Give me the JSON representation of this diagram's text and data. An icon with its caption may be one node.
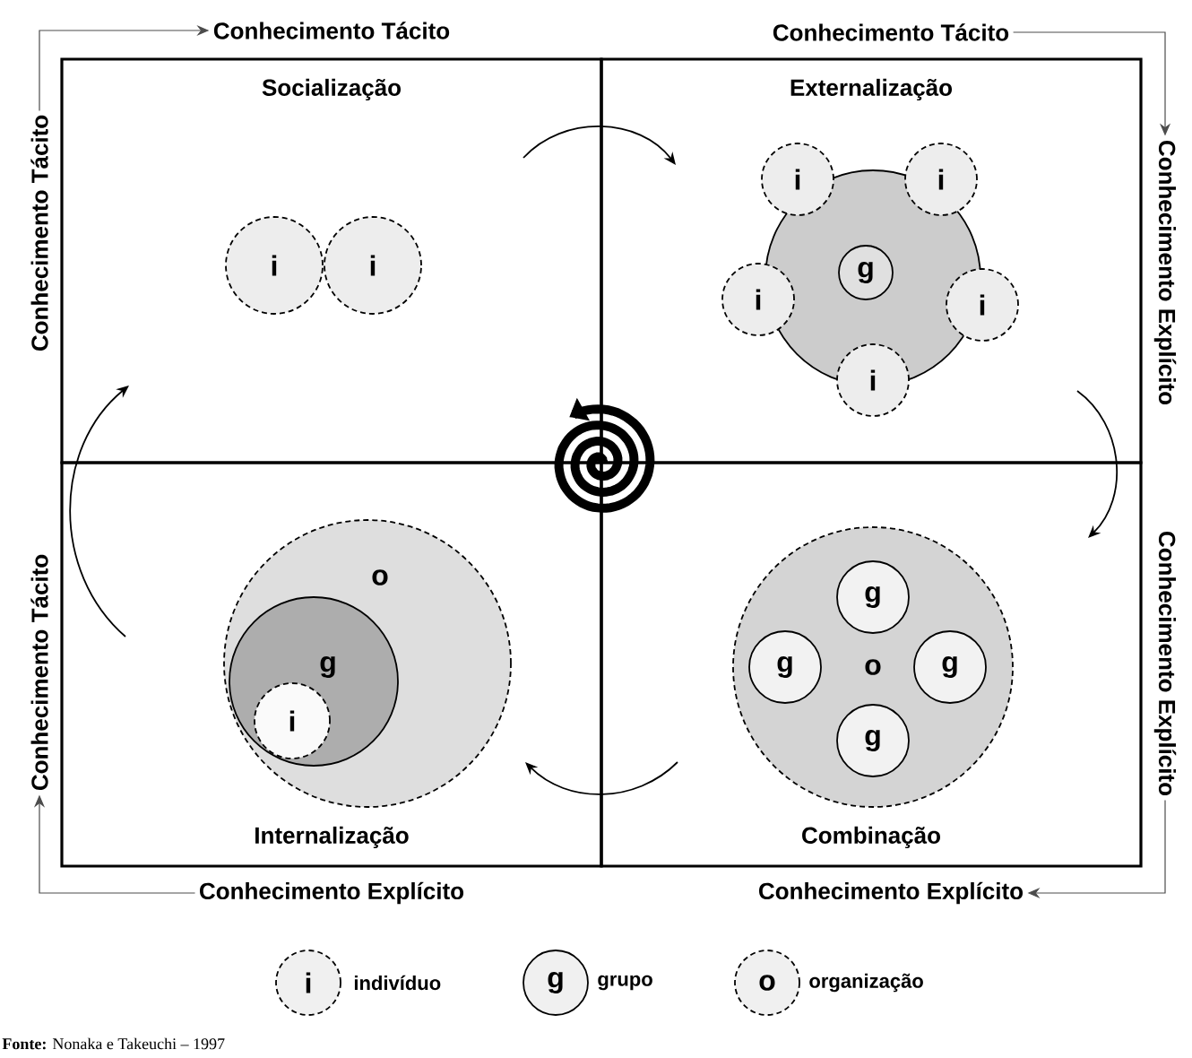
{
  "diagram": {
    "caption": "**Fonte:** Nonaka e Takeuchi – 1997",
    "nodes": [
      {
        "text": [
          "Socialização"
        ]
      },
      {
        "text": [
          "i"
        ],
        "in": 0
      },
      {
        "text": [
          "i"
        ],
        "in": 0
      },
      {
        "text": [
          "Externalização"
        ]
      },
      {
        "text": [],
        "shape": "circle",
        "in": 3
      },
      {
        "text": [
          "g"
        ],
        "in": 4
      },
      {
        "text": [
          "i"
        ],
        "in": 3
      },
      {
        "text": [
          "i"
        ],
        "in": 3
      },
      {
        "text": [
          "i"
        ],
        "in": 3
      },
      {
        "text": [
          "i"
        ],
        "in": 3
      },
      {
        "text": [
          "i"
        ],
        "in": 3
      },
      {
        "text": [
          "Internalização"
        ]
      },
      {
        "text": [
          "o"
        ],
        "in": 11
      },
      {
        "text": [
          "g"
        ],
        "in": 12
      },
      {
        "text": [
          "i"
        ],
        "in": 13
      },
      {
        "text": [
          "Combinação"
        ]
      },
      {
        "text": [
          "o"
        ],
        "in": 15
      },
      {
        "text": [
          "g"
        ],
        "in": 16
      },
      {
        "text": [
          "g"
        ],
        "in": 16
      },
      {
        "text": [
          "g"
        ],
        "in": 16
      },
      {
        "text": [
          "g"
        ],
        "in": 16
      },
      {
        "text": [
          "Conhecimento Tácito"
        ]
      },
      {
        "text": [
          "Conhecimento Tácito"
        ]
      },
      {
        "text": [
          "Conhecimento Tácito"
        ]
      },
      {
        "text": [
          "Conhecimento Explícito"
        ]
      },
      {
        "text": [
          "Conhecimento Tácito"
        ]
      },
      {
        "text": [
          "Conhecimento Explícito"
        ]
      },
      {
        "text": [
          "Conhecimento Explícito"
        ]
      },
      {
        "text": [
          "Conhecimento Explícito"
        ]
      }
    ],
    "edges": [
      {
        "from": 23,
        "to": 21,
        "arrow": "to"
      },
      {
        "from": 22,
        "to": 24,
        "arrow": "to"
      },
      {
        "from": 26,
        "to": 28,
        "arrow": "to"
      },
      {
        "from": 27,
        "to": 25,
        "arrow": "to"
      }
    ],
    "labels": [
      "i",
      "g",
      "o"
    ],
    "legend": [
      {
        "text": "indivíduo"
      },
      {
        "text": "grupo"
      },
      {
        "text": "organização"
      }
    ]
  }
}
